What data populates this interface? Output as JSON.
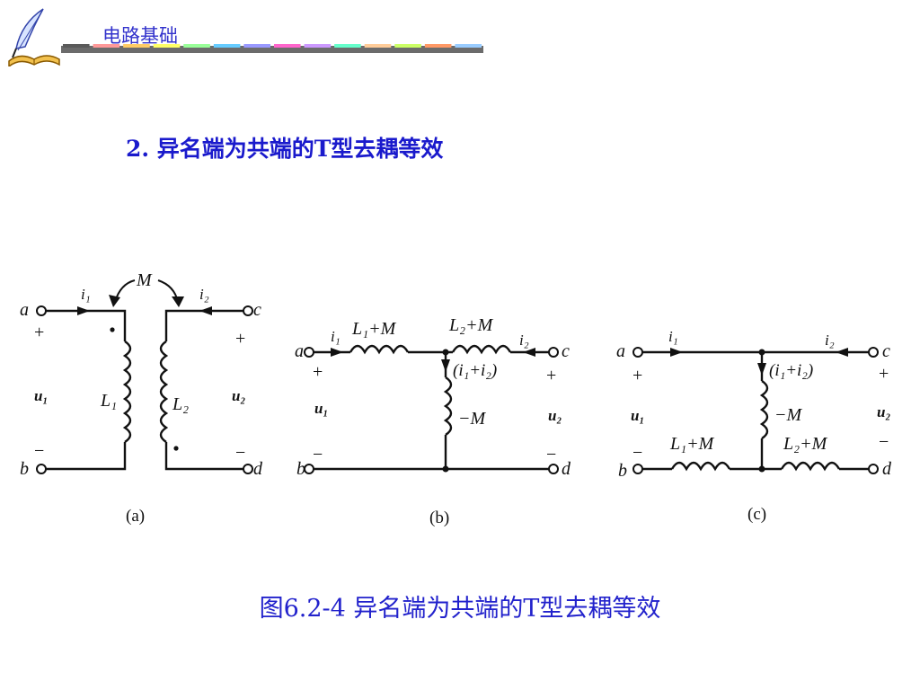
{
  "header": {
    "title": "电路基础",
    "colors": [
      "#5a5a5a",
      "#ff9999",
      "#ffcc66",
      "#ffff66",
      "#99ff99",
      "#66ccff",
      "#9999ff",
      "#ff66cc",
      "#cc99ff",
      "#66ffcc",
      "#ffcc99",
      "#ccff66",
      "#ff9966",
      "#99ccff"
    ]
  },
  "section": {
    "title": "2. 异名端为共端的T型去耦等效"
  },
  "figure": {
    "a": {
      "label": "(a)",
      "M": "M",
      "a": "a",
      "b": "b",
      "c": "c",
      "d": "d",
      "i1": "i₁",
      "i2": "i₂",
      "u1": "u₁",
      "u2": "u₂",
      "L1": "L₁",
      "L2": "L₂",
      "plus": "+",
      "minus": "−"
    },
    "b": {
      "label": "(b)",
      "a": "a",
      "b": "b",
      "c": "c",
      "d": "d",
      "i1": "i₁",
      "i2": "i₂",
      "u1": "u₁",
      "u2": "u₂",
      "top_left": "L₁+M",
      "top_right": "L₂+M",
      "branch": "(i₁+i₂)",
      "mid": "−M",
      "plus": "+",
      "minus": "−"
    },
    "c": {
      "label": "(c)",
      "a": "a",
      "b": "b",
      "c": "c",
      "d": "d",
      "i1": "i₁",
      "i2": "i₂",
      "u1": "u₁",
      "u2": "u₂",
      "bot_left": "L₁+M",
      "bot_right": "L₂+M",
      "branch": "(i₁+i₂)",
      "mid": "−M",
      "plus": "+",
      "minus": "−"
    },
    "caption": "图6.2-4 异名端为共端的T型去耦等效"
  }
}
